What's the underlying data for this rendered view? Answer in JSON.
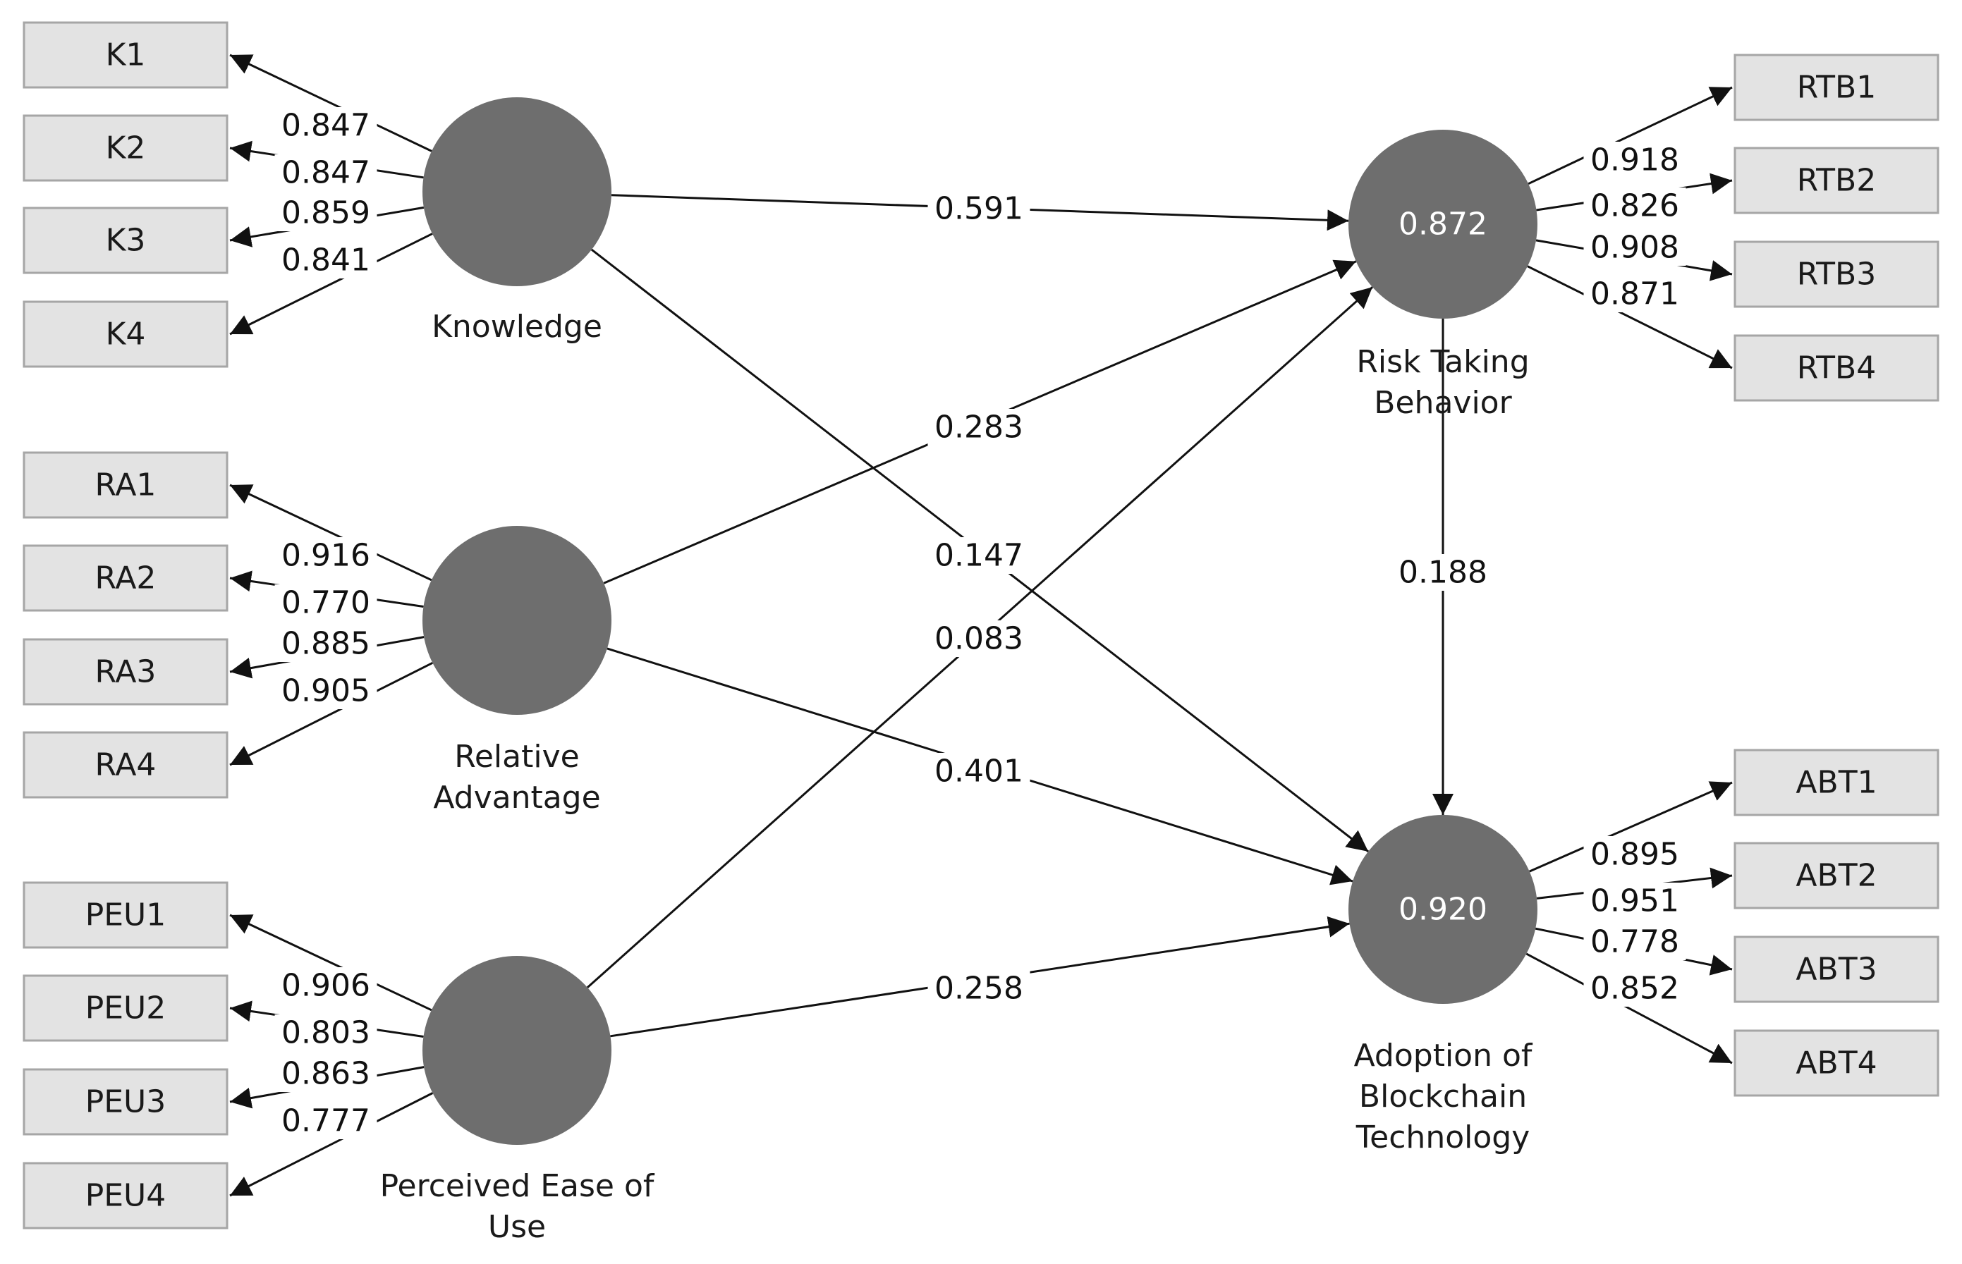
{
  "latents": {
    "knowledge": {
      "label": [
        "Knowledge"
      ],
      "r2": ""
    },
    "relative_advantage": {
      "label": [
        "Relative",
        "Advantage"
      ],
      "r2": ""
    },
    "peou": {
      "label": [
        "Perceived Ease of",
        "Use"
      ],
      "r2": ""
    },
    "risk_taking": {
      "label": [
        "Risk Taking",
        "Behavior"
      ],
      "r2": "0.872"
    },
    "adoption": {
      "label": [
        "Adoption of",
        "Blockchain",
        "Technology"
      ],
      "r2": "0.920"
    }
  },
  "indicators": {
    "knowledge": [
      "K1",
      "K2",
      "K3",
      "K4"
    ],
    "relative_advantage": [
      "RA1",
      "RA2",
      "RA3",
      "RA4"
    ],
    "peou": [
      "PEU1",
      "PEU2",
      "PEU3",
      "PEU4"
    ],
    "risk_taking": [
      "RTB1",
      "RTB2",
      "RTB3",
      "RTB4"
    ],
    "adoption": [
      "ABT1",
      "ABT2",
      "ABT3",
      "ABT4"
    ]
  },
  "loadings": {
    "knowledge": [
      "0.847",
      "0.847",
      "0.859",
      "0.841"
    ],
    "relative_advantage": [
      "0.916",
      "0.770",
      "0.885",
      "0.905"
    ],
    "peou": [
      "0.906",
      "0.803",
      "0.863",
      "0.777"
    ],
    "risk_taking": [
      "0.918",
      "0.826",
      "0.908",
      "0.871"
    ],
    "adoption": [
      "0.895",
      "0.951",
      "0.778",
      "0.852"
    ]
  },
  "paths": [
    {
      "from": "knowledge",
      "to": "risk_taking",
      "coef": "0.591"
    },
    {
      "from": "relative_advantage",
      "to": "risk_taking",
      "coef": "0.283"
    },
    {
      "from": "knowledge",
      "to": "adoption",
      "coef": "0.147"
    },
    {
      "from": "risk_taking",
      "to": "adoption",
      "coef": "0.188"
    },
    {
      "from": "peou",
      "to": "risk_taking",
      "coef": "0.083"
    },
    {
      "from": "relative_advantage",
      "to": "adoption",
      "coef": "0.401"
    },
    {
      "from": "peou",
      "to": "adoption",
      "coef": "0.258"
    }
  ],
  "colors": {
    "latent_fill": "#6e6e6e",
    "indicator_fill": "#e3e3e3",
    "indicator_border": "#a6a6a6",
    "edge": "#111111"
  }
}
